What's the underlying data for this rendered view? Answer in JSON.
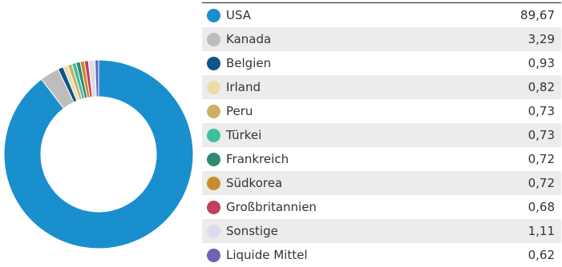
{
  "chart_data": {
    "type": "pie",
    "variant": "donut",
    "categories": [
      "USA",
      "Kanada",
      "Belgien",
      "Irland",
      "Peru",
      "Türkei",
      "Frankreich",
      "Südkorea",
      "Großbritannien",
      "Sonstige",
      "Liquide Mittel"
    ],
    "values_display": [
      "89,67",
      "3,29",
      "0,93",
      "0,82",
      "0,73",
      "0,73",
      "0,72",
      "0,72",
      "0,68",
      "1,11",
      "0,62"
    ],
    "values": [
      89.67,
      3.29,
      0.93,
      0.82,
      0.73,
      0.73,
      0.72,
      0.72,
      0.68,
      1.11,
      0.62
    ],
    "colors": [
      "#1a8fce",
      "#bdbdbd",
      "#0d5488",
      "#ecdcaa",
      "#cdb064",
      "#3fbf9d",
      "#2f8a73",
      "#c98a30",
      "#c2415a",
      "#dcdcec",
      "#6b63b5"
    ]
  }
}
